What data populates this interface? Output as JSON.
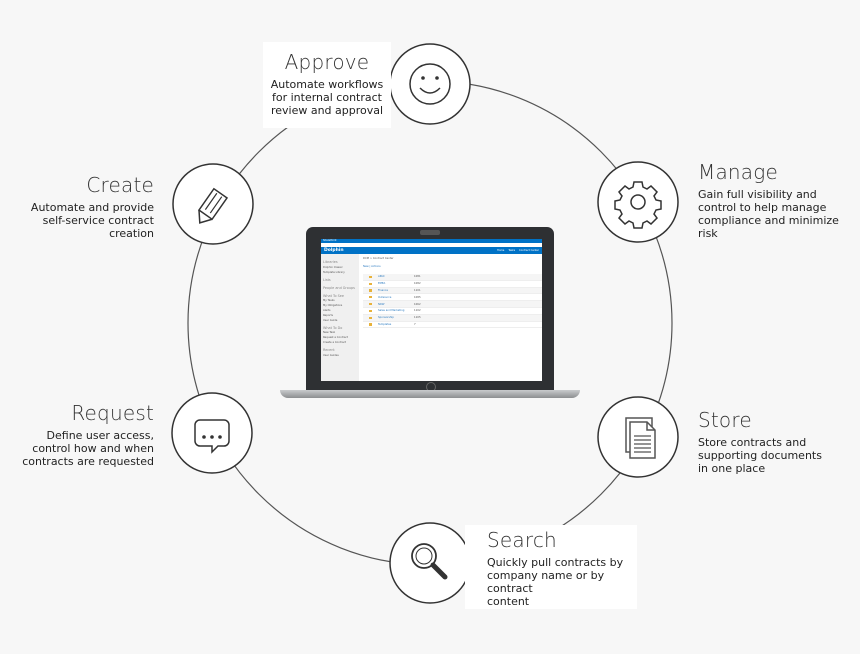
{
  "colors": {
    "background": "#f7f7f7",
    "ring": "#555555",
    "icon_stroke": "#333333",
    "brand_blue": "#0072c6"
  },
  "steps": [
    {
      "title": "Approve",
      "desc": [
        "Automate workflows",
        "for internal contract",
        "review and approval"
      ],
      "icon": "smiley-icon"
    },
    {
      "title": "Manage",
      "desc": [
        "Gain full visibility and",
        "control to help manage",
        "compliance and minimize",
        "risk"
      ],
      "icon": "gear-icon"
    },
    {
      "title": "Store",
      "desc": [
        "Store contracts and",
        "supporting documents",
        "in one place"
      ],
      "icon": "document-icon"
    },
    {
      "title": "Search",
      "desc": [
        "Quickly pull contracts by",
        "company name or by contract",
        "content"
      ],
      "icon": "magnifier-icon"
    },
    {
      "title": "Request",
      "desc": [
        "Define user access,",
        "control how and when",
        "contracts are requested"
      ],
      "icon": "chat-bubble-icon"
    },
    {
      "title": "Create",
      "desc": [
        "Automate and provide",
        "self-service contract",
        "creation"
      ],
      "icon": "pencil-icon"
    }
  ],
  "laptop": {
    "app_name": "Dolphin",
    "top_label": "SharePoint",
    "nav": [
      "Home",
      "Tasks",
      "Contract Center"
    ],
    "sidebar": [
      "Libraries",
      "Dolphin Classic",
      "Template Library",
      "Lists",
      "People and Groups",
      "What To See",
      "My Tasks",
      "My Obligations",
      "Alerts",
      "Reports",
      "User Guide",
      "What To Do",
      "New Task",
      "Request a Contract",
      "Create a Contract",
      "Recent",
      "User Guides"
    ],
    "breadcrumb": "DCM > Contract Center",
    "toolbar": "New  |  Actions",
    "rows": [
      "APAC",
      "EMEA",
      "Finance",
      "Outsource",
      "NDW",
      "Sales and Marketing",
      "Sponsorship",
      "Templates"
    ],
    "row_ids": [
      "1081",
      "1082",
      "1101",
      "1085",
      "1062",
      "1102",
      "1105",
      "7"
    ]
  }
}
